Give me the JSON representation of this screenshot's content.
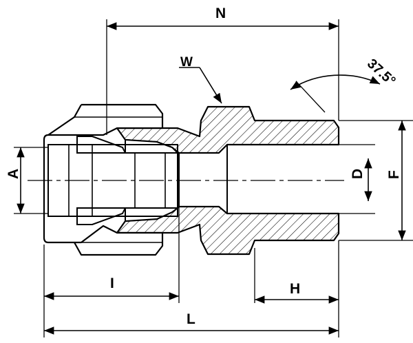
{
  "labels": {
    "N": "N",
    "W": "W",
    "angle": "37.5°",
    "A": "A",
    "D": "D",
    "F": "F",
    "I": "I",
    "H": "H",
    "L": "L"
  }
}
